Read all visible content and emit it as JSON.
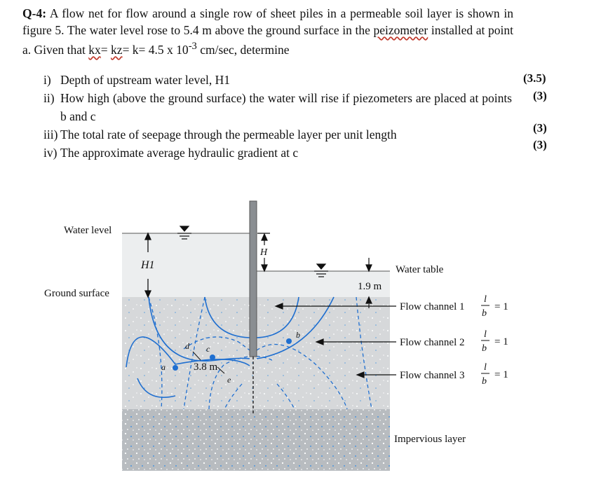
{
  "question": {
    "number": "Q-4:",
    "text_1": "A flow net for flow around a single row of sheet piles in a permeable soil layer is shown in figure 5. The water level rose to 5.4 m above the ground surface in the",
    "misspelled_word": "peizometer",
    "text_2": "installed at point a. Given that",
    "kx": "kx",
    "kz": "kz",
    "text_3": "= k= 4.5 x 10",
    "exponent": "-3",
    "text_4": "cm/sec, determine"
  },
  "items": [
    {
      "label": "i)",
      "text": "Depth of upstream water level, H1",
      "marks": "(3.5)"
    },
    {
      "label": "ii)",
      "text": "How high (above the ground surface) the water will rise if piezometers are placed at points b and c",
      "marks": "(3)"
    },
    {
      "label": "iii)",
      "text": "The total rate of seepage through the permeable layer per unit length",
      "marks": "(3)"
    },
    {
      "label": "iv)",
      "text": "The approximate average hydraulic gradient at c",
      "marks": "(3)"
    }
  ],
  "figure": {
    "water_level_label": "Water level",
    "ground_surface_label": "Ground surface",
    "h1_label": "H1",
    "h_label": "H",
    "water_table_label": "Water table",
    "depth_label": "1.9 m",
    "spacing_label": "3.8 m",
    "flow_channel_1": "Flow channel 1",
    "flow_channel_2": "Flow channel 2",
    "flow_channel_3": "Flow channel 3",
    "ratio_l": "l",
    "ratio_b": "b",
    "ratio_value": "= 1",
    "impervious_label": "Impervious layer",
    "points": [
      "a",
      "b",
      "c",
      "d",
      "e"
    ],
    "colors": {
      "flow_line": "#1f6fd0",
      "soil": "#d6d8da",
      "water": "#eceeef",
      "impervious": "#b8bcc0",
      "pile": "#8a8e92"
    }
  }
}
